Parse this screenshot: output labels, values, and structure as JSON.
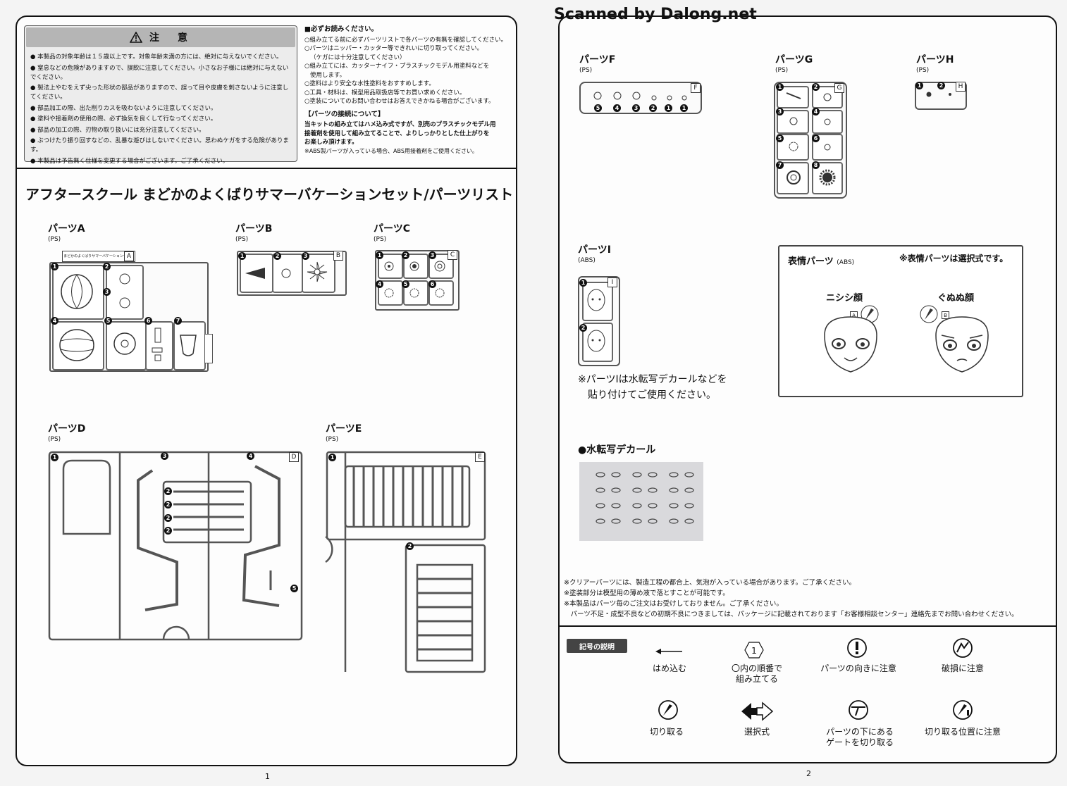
{
  "scan_credit": "Scanned by Dalong.net",
  "caution": {
    "title": "注　意",
    "items": [
      "本製品の対象年齢は１５歳以上です。対象年齢未満の方には、絶対に与えないでください。",
      "窒息などの危険がありますので、誤飲に注意してください。小さなお子様には絶対に与えないでください。",
      "製法上やむをえず尖った形状の部品がありますので、誤って目や皮膚を刺さないように注意してください。",
      "部品加工の際、出た削りカスを吸わないように注意してください。",
      "塗料や接着剤の使用の際、必ず換気を良くして行なってください。",
      "部品の加工の際、刃物の取り扱いには充分注意してください。",
      "ぶつけたり振り回すなどの、乱暴な遊びはしないでください。思わぬケガをする危険があります。",
      "本製品は予告無く仕様を変更する場合がございます。ご了承ください。"
    ]
  },
  "notes": {
    "read_first": "■必ずお読みください。",
    "items": [
      "○組み立てる前に必ずパーツリストで各パーツの有無を確認してください。",
      "○パーツはニッパー・カッター等できれいに切り取ってください。",
      "（ケガには十分注意してください）",
      "○組み立てには、カッターナイフ・プラスチックモデル用塗料などを",
      "使用します。",
      "○塗料はより安全な水性塗料をおすすめします。",
      "○工具・材料は、模型用品取扱店等でお買い求めください。",
      "○塗装についてのお問い合わせはお答えできかねる場合がございます。"
    ],
    "connection_heading": "【パーツの接続について】",
    "connection_lines": [
      "当キットの組み立てはハメ込み式ですが、別売のプラスチックモデル用",
      "接着剤を使用して組み立てることで、よりしっかりとした仕上がりを",
      "お楽しみ頂けます。",
      "※ABS製パーツが入っている場合、ABS用接着剤をご使用ください。"
    ]
  },
  "title": "アフタースクール まどかのよくばりサマーバケーションセット/パーツリスト",
  "parts": {
    "A": {
      "name": "パーツA",
      "material": "(PS)",
      "letter": "A",
      "tag": "まどかのよくばりサマーバケーションセット"
    },
    "B": {
      "name": "パーツB",
      "material": "(PS)",
      "letter": "B"
    },
    "C": {
      "name": "パーツC",
      "material": "(PS)",
      "letter": "C"
    },
    "D": {
      "name": "パーツD",
      "material": "(PS)",
      "letter": "D"
    },
    "E": {
      "name": "パーツE",
      "material": "(PS)",
      "letter": "E"
    },
    "F": {
      "name": "パーツF",
      "material": "(PS)",
      "letter": "F"
    },
    "G": {
      "name": "パーツG",
      "material": "(PS)",
      "letter": "G"
    },
    "H": {
      "name": "パーツH",
      "material": "(PS)",
      "letter": "H"
    },
    "I": {
      "name": "パーツI",
      "material": "(ABS)",
      "letter": "I",
      "note1": "※パーツIは水転写デカールなどを",
      "note2": "貼り付けてご使用ください。"
    }
  },
  "expression": {
    "title": "表情パーツ",
    "material": "(ABS)",
    "note": "※表情パーツは選択式です。",
    "face_a": "ニシシ顔",
    "face_b": "ぐぬぬ顔",
    "tag_a": "A",
    "tag_b": "B"
  },
  "decal": {
    "title": "●水転写デカール"
  },
  "footer": [
    "※クリアーパーツには、製造工程の都合上、気泡が入っている場合があります。ご了承ください。",
    "※塗装部分は模型用の薄め液で落とすことが可能です。",
    "※本製品はパーツ毎のご注文はお受けしておりません。ご了承ください。",
    "　パーツ不足・成型不良などの初期不良につきましては、パッケージに記載されております「お客様相談センター」連絡先までお問い合わせください。"
  ],
  "legend": {
    "title": "記号の説明",
    "items": [
      {
        "icon": "arrow-left-icon",
        "line1": "はめ込む",
        "line2": ""
      },
      {
        "icon": "hexagon-number-icon",
        "symbol_text": "1",
        "line1": "〇内の順番で",
        "line2": "組み立てる"
      },
      {
        "icon": "exclamation-circle-icon",
        "line1": "パーツの向きに注意",
        "line2": ""
      },
      {
        "icon": "break-warning-icon",
        "line1": "破損に注意",
        "line2": ""
      },
      {
        "icon": "nipper-cut-icon",
        "line1": "切り取る",
        "line2": ""
      },
      {
        "icon": "double-arrow-icon",
        "line1": "選択式",
        "line2": ""
      },
      {
        "icon": "gate-cut-icon",
        "line1": "パーツの下にある",
        "line2": "ゲートを切り取る"
      },
      {
        "icon": "cut-position-icon",
        "line1": "切り取る位置に注意",
        "line2": ""
      }
    ]
  },
  "page_numbers": {
    "left": "1",
    "right": "2"
  },
  "colors": {
    "ink": "#111111",
    "sprue": "#555555",
    "paper": "#fdfdfd",
    "legend_tag": "#444444"
  }
}
